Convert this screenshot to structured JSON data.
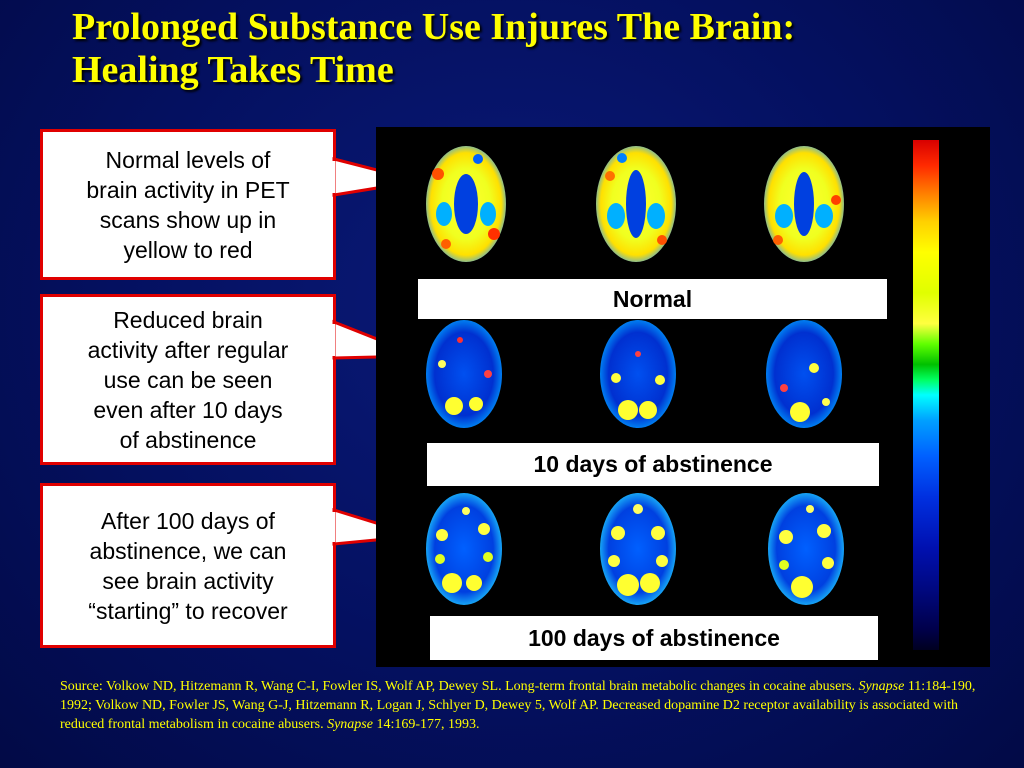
{
  "slide": {
    "title_lines": [
      "Prolonged Substance Use Injures The Brain:",
      "Healing Takes Time"
    ],
    "callouts": [
      [
        "Normal levels of",
        "brain activity in PET",
        "scans show up in",
        "yellow to red"
      ],
      [
        "Reduced brain",
        "activity after regular",
        "use can be seen",
        "even after 10 days",
        "of abstinence"
      ],
      [
        "After 100 days of",
        "abstinence, we can",
        "see brain activity",
        "“starting” to recover"
      ]
    ],
    "scan_labels": [
      "Normal",
      "10 days of abstinence",
      "100 days of abstinence"
    ],
    "source": {
      "part1": "Source: Volkow ND, Hitzemann R, Wang C-I, Fowler IS, Wolf AP, Dewey SL. Long-term frontal brain metabolic changes in cocaine abusers. ",
      "journal1": "Synapse",
      "part2": " 11:184-190, 1992; Volkow ND, Fowler JS, Wang G-J, Hitzemann R, Logan J, Schlyer D, Dewey 5, Wolf AP. Decreased dopamine D2 receptor availability is associated with reduced frontal metabolism in cocaine abusers. ",
      "journal2": "Synapse",
      "part3": " 14:169-177, 1993."
    }
  },
  "colors": {
    "title": "#ffff00",
    "callout_border": "#e00000",
    "background": "#041060",
    "panel": "#000000"
  }
}
